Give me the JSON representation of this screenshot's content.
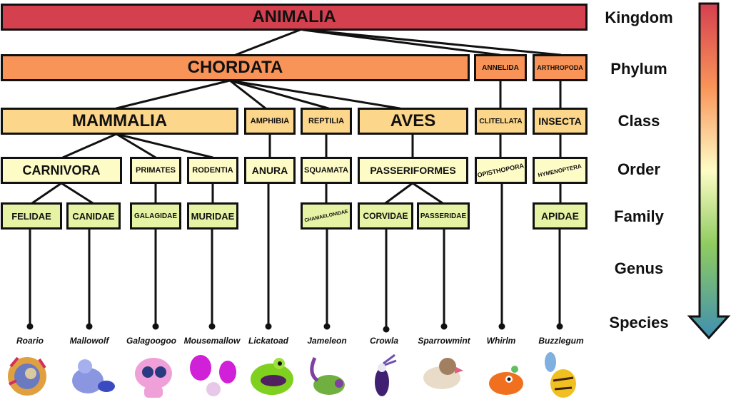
{
  "kingdom": {
    "animalia": "ANIMALIA"
  },
  "phylum": {
    "chordata": "CHORDATA",
    "annelida": "ANNELIDA",
    "arthropoda": "ARTHROPODA"
  },
  "class": {
    "mammalia": "MAMMALIA",
    "amphibia": "AMPHIBIA",
    "reptilia": "REPTILIA",
    "aves": "AVES",
    "clitellata": "CLITELLATA",
    "insecta": "INSECTA"
  },
  "order": {
    "carnivora": "CARNIVORA",
    "primates": "PRIMATES",
    "rodentia": "RODENTIA",
    "anura": "ANURA",
    "squamata": "SQUAMATA",
    "passeriformes": "PASSERIFORMES",
    "opisthopora": "OPISTHOPORA",
    "hymenoptera": "HYMENOPTERA"
  },
  "family": {
    "felidae": "FELIDAE",
    "canidae": "CANIDAE",
    "galagidae": "GALAGIDAE",
    "muridae": "MURIDAE",
    "chamaelonidae": "CHAMAELONIDAE",
    "corvidae": "CORVIDAE",
    "passeridae": "PASSERIDAE",
    "apidae": "APIDAE"
  },
  "species": [
    "Roario",
    "Mallowolf",
    "Galagoogoo",
    "Mousemallow",
    "Lickatoad",
    "Jameleon",
    "Crowla",
    "Sparrowmint",
    "Whirlm",
    "Buzzlegum"
  ],
  "ranks": [
    "Kingdom",
    "Phylum",
    "Class",
    "Order",
    "Family",
    "Genus",
    "Species"
  ],
  "colors": {
    "kingdom": "#d5404f",
    "phylum": "#f99459",
    "class": "#fcd68a",
    "order": "#fefcc6",
    "family": "#e6f3a4",
    "arrow_end": "#3f8fb0"
  }
}
